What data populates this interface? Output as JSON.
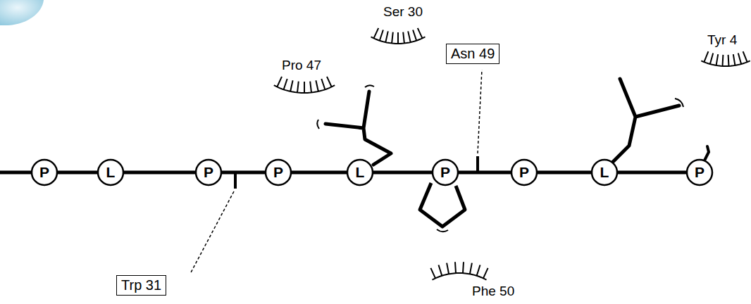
{
  "diagram": {
    "nodes": [
      {
        "text": [
          "P"
        ]
      },
      {
        "text": [
          "L"
        ]
      },
      {
        "text": [
          "P"
        ]
      },
      {
        "text": [
          "P"
        ]
      },
      {
        "text": [
          "L"
        ]
      },
      {
        "text": [
          "P"
        ]
      },
      {
        "text": [
          "P"
        ]
      },
      {
        "text": [
          "L"
        ]
      },
      {
        "text": [
          "P"
        ]
      },
      {
        "text": [
          "Asn 49"
        ]
      },
      {
        "text": [
          "Trp 31"
        ]
      }
    ],
    "edges": [
      {
        "from": 0,
        "to": 1,
        "arrow": "none"
      },
      {
        "from": 1,
        "to": 2,
        "arrow": "none"
      },
      {
        "from": 2,
        "to": 3,
        "arrow": "none"
      },
      {
        "from": 3,
        "to": 4,
        "arrow": "none"
      },
      {
        "from": 4,
        "to": 5,
        "arrow": "none"
      },
      {
        "from": 5,
        "to": 6,
        "arrow": "none"
      },
      {
        "from": 6,
        "to": 7,
        "arrow": "none"
      },
      {
        "from": 7,
        "to": 8,
        "arrow": "none"
      }
    ],
    "labels": [
      "Ser 30",
      "Pro 47",
      "Tyr 4",
      "Phe 50"
    ]
  }
}
